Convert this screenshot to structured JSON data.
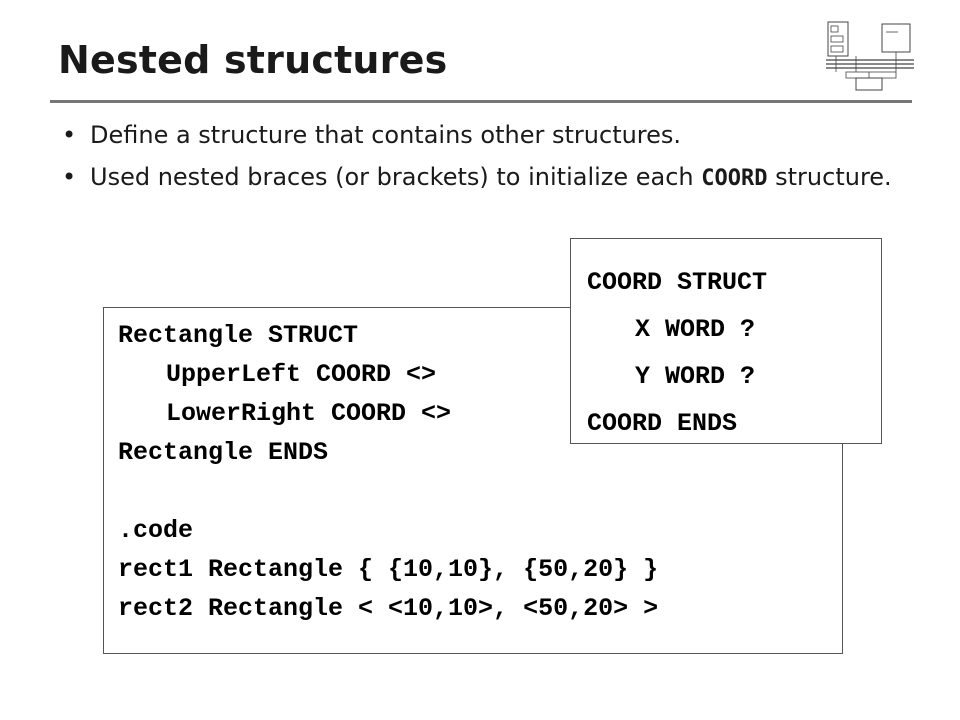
{
  "slide": {
    "title": "Nested structures",
    "bullets": [
      {
        "text": "Define a structure that contains other structures."
      },
      {
        "text_before": "Used nested braces (or brackets) to initialize each ",
        "code": "COORD",
        "text_after": " structure."
      }
    ],
    "bullet_glyph": "•"
  },
  "code_box": {
    "lines": [
      "Rectangle STRUCT",
      "UpperLeft COORD <>",
      "LowerRight COORD <>",
      "Rectangle ENDS",
      "",
      ".code",
      "rect1 Rectangle { {10,10}, {50,20} }",
      "rect2 Rectangle < <10,10>, <50,20> >"
    ]
  },
  "struct_box": {
    "lines": [
      "COORD STRUCT",
      "X WORD ?",
      "Y WORD ?",
      "COORD ENDS"
    ]
  },
  "colors": {
    "rule": "#777777",
    "title": "#1a1a1a"
  },
  "icons": {
    "logo": "computer-architecture-diagram-icon"
  }
}
